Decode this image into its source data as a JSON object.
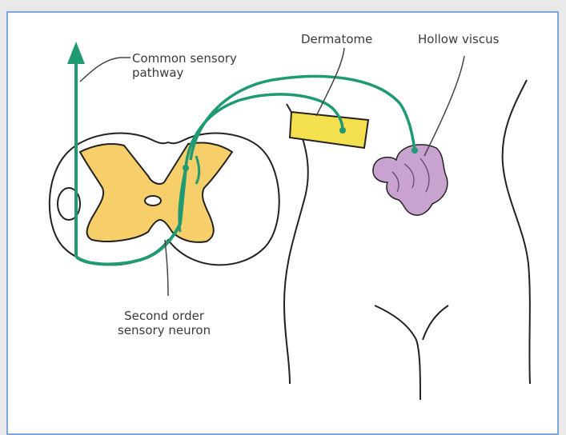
{
  "labels": {
    "common_pathway_line1": "Common sensory",
    "common_pathway_line2": "pathway",
    "dermatome": "Dermatome",
    "hollow_viscus": "Hollow viscus",
    "second_order_line1": "Second order",
    "second_order_line2": "sensory neuron"
  },
  "colors": {
    "pathway": "#1f9a72",
    "grey_matter": "#f7cf6a",
    "dermatome": "#f4e04e",
    "viscus": "#c9a3cf",
    "outline": "#222222"
  }
}
